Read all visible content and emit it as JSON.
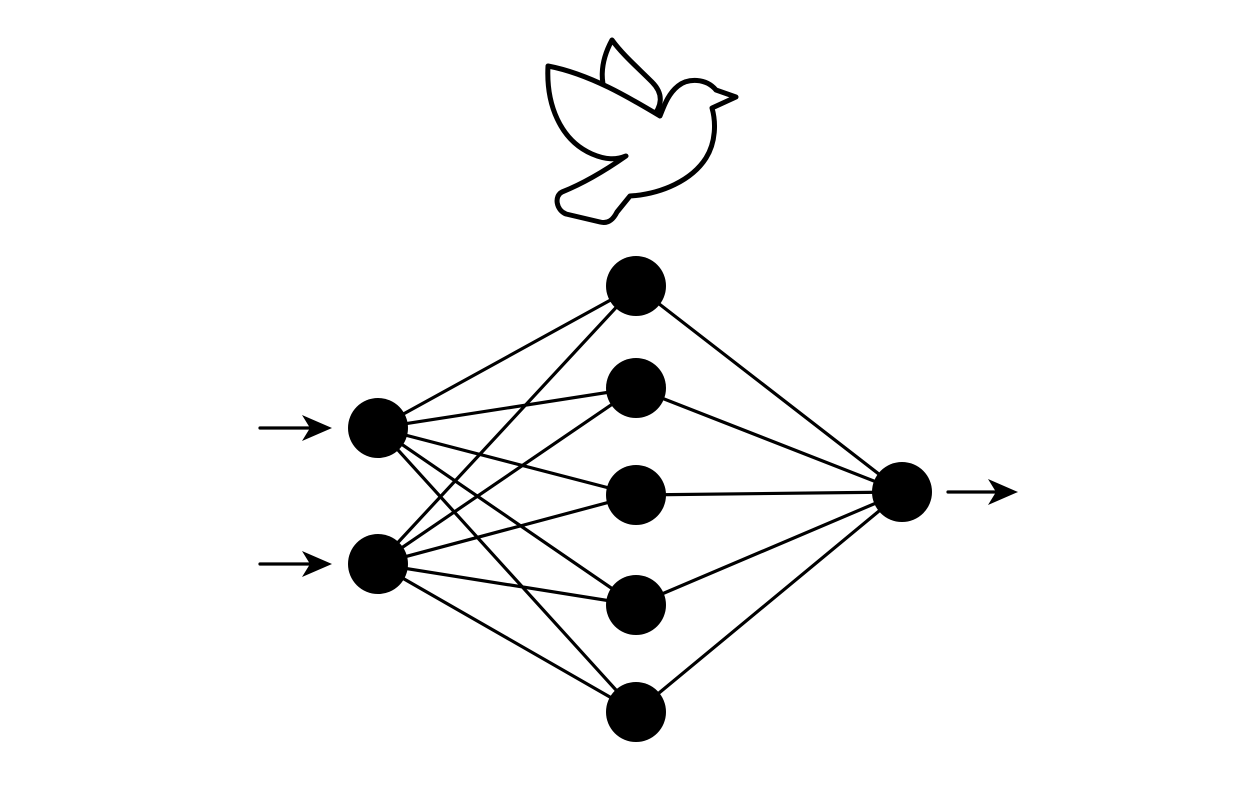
{
  "diagram": {
    "type": "neural-network",
    "icon": "dove-icon",
    "colors": {
      "background": "#ffffff",
      "ink": "#000000"
    },
    "layers": [
      {
        "name": "input",
        "node_count": 2
      },
      {
        "name": "hidden",
        "node_count": 5
      },
      {
        "name": "output",
        "node_count": 1
      }
    ],
    "connections": "fully-connected",
    "input_arrows": 2,
    "output_arrows": 1
  }
}
